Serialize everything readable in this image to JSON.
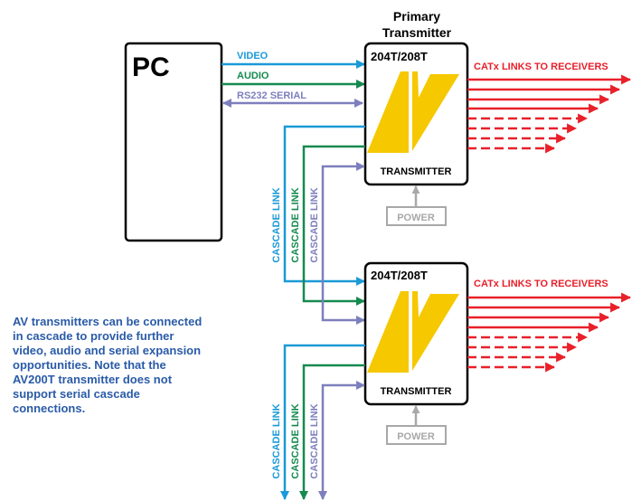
{
  "pc": {
    "label": "PC"
  },
  "primary_heading": {
    "line1": "Primary",
    "line2": "Transmitter"
  },
  "signals": {
    "video": "VIDEO",
    "audio": "AUDIO",
    "serial": "RS232 SERIAL"
  },
  "transmitters": [
    {
      "model": "204T/208T",
      "caption": "TRANSMITTER",
      "power": "POWER",
      "links": "CATx LINKS TO RECEIVERS"
    },
    {
      "model": "204T/208T",
      "caption": "TRANSMITTER",
      "power": "POWER",
      "links": "CATx LINKS TO RECEIVERS"
    }
  ],
  "cascade_label": "CASCADE LINK",
  "note": "AV transmitters can be connected in cascade to provide further video, audio and serial expansion opportunities. Note that the AV200T transmitter does not support serial cascade connections.",
  "colors": {
    "video": "#1a9ad7",
    "audio": "#158a4f",
    "serial": "#7d7fbd",
    "links": "#e8202a",
    "power": "#a8a8a8",
    "logo": "#f5c800",
    "note_text": "#2a5ba8"
  }
}
